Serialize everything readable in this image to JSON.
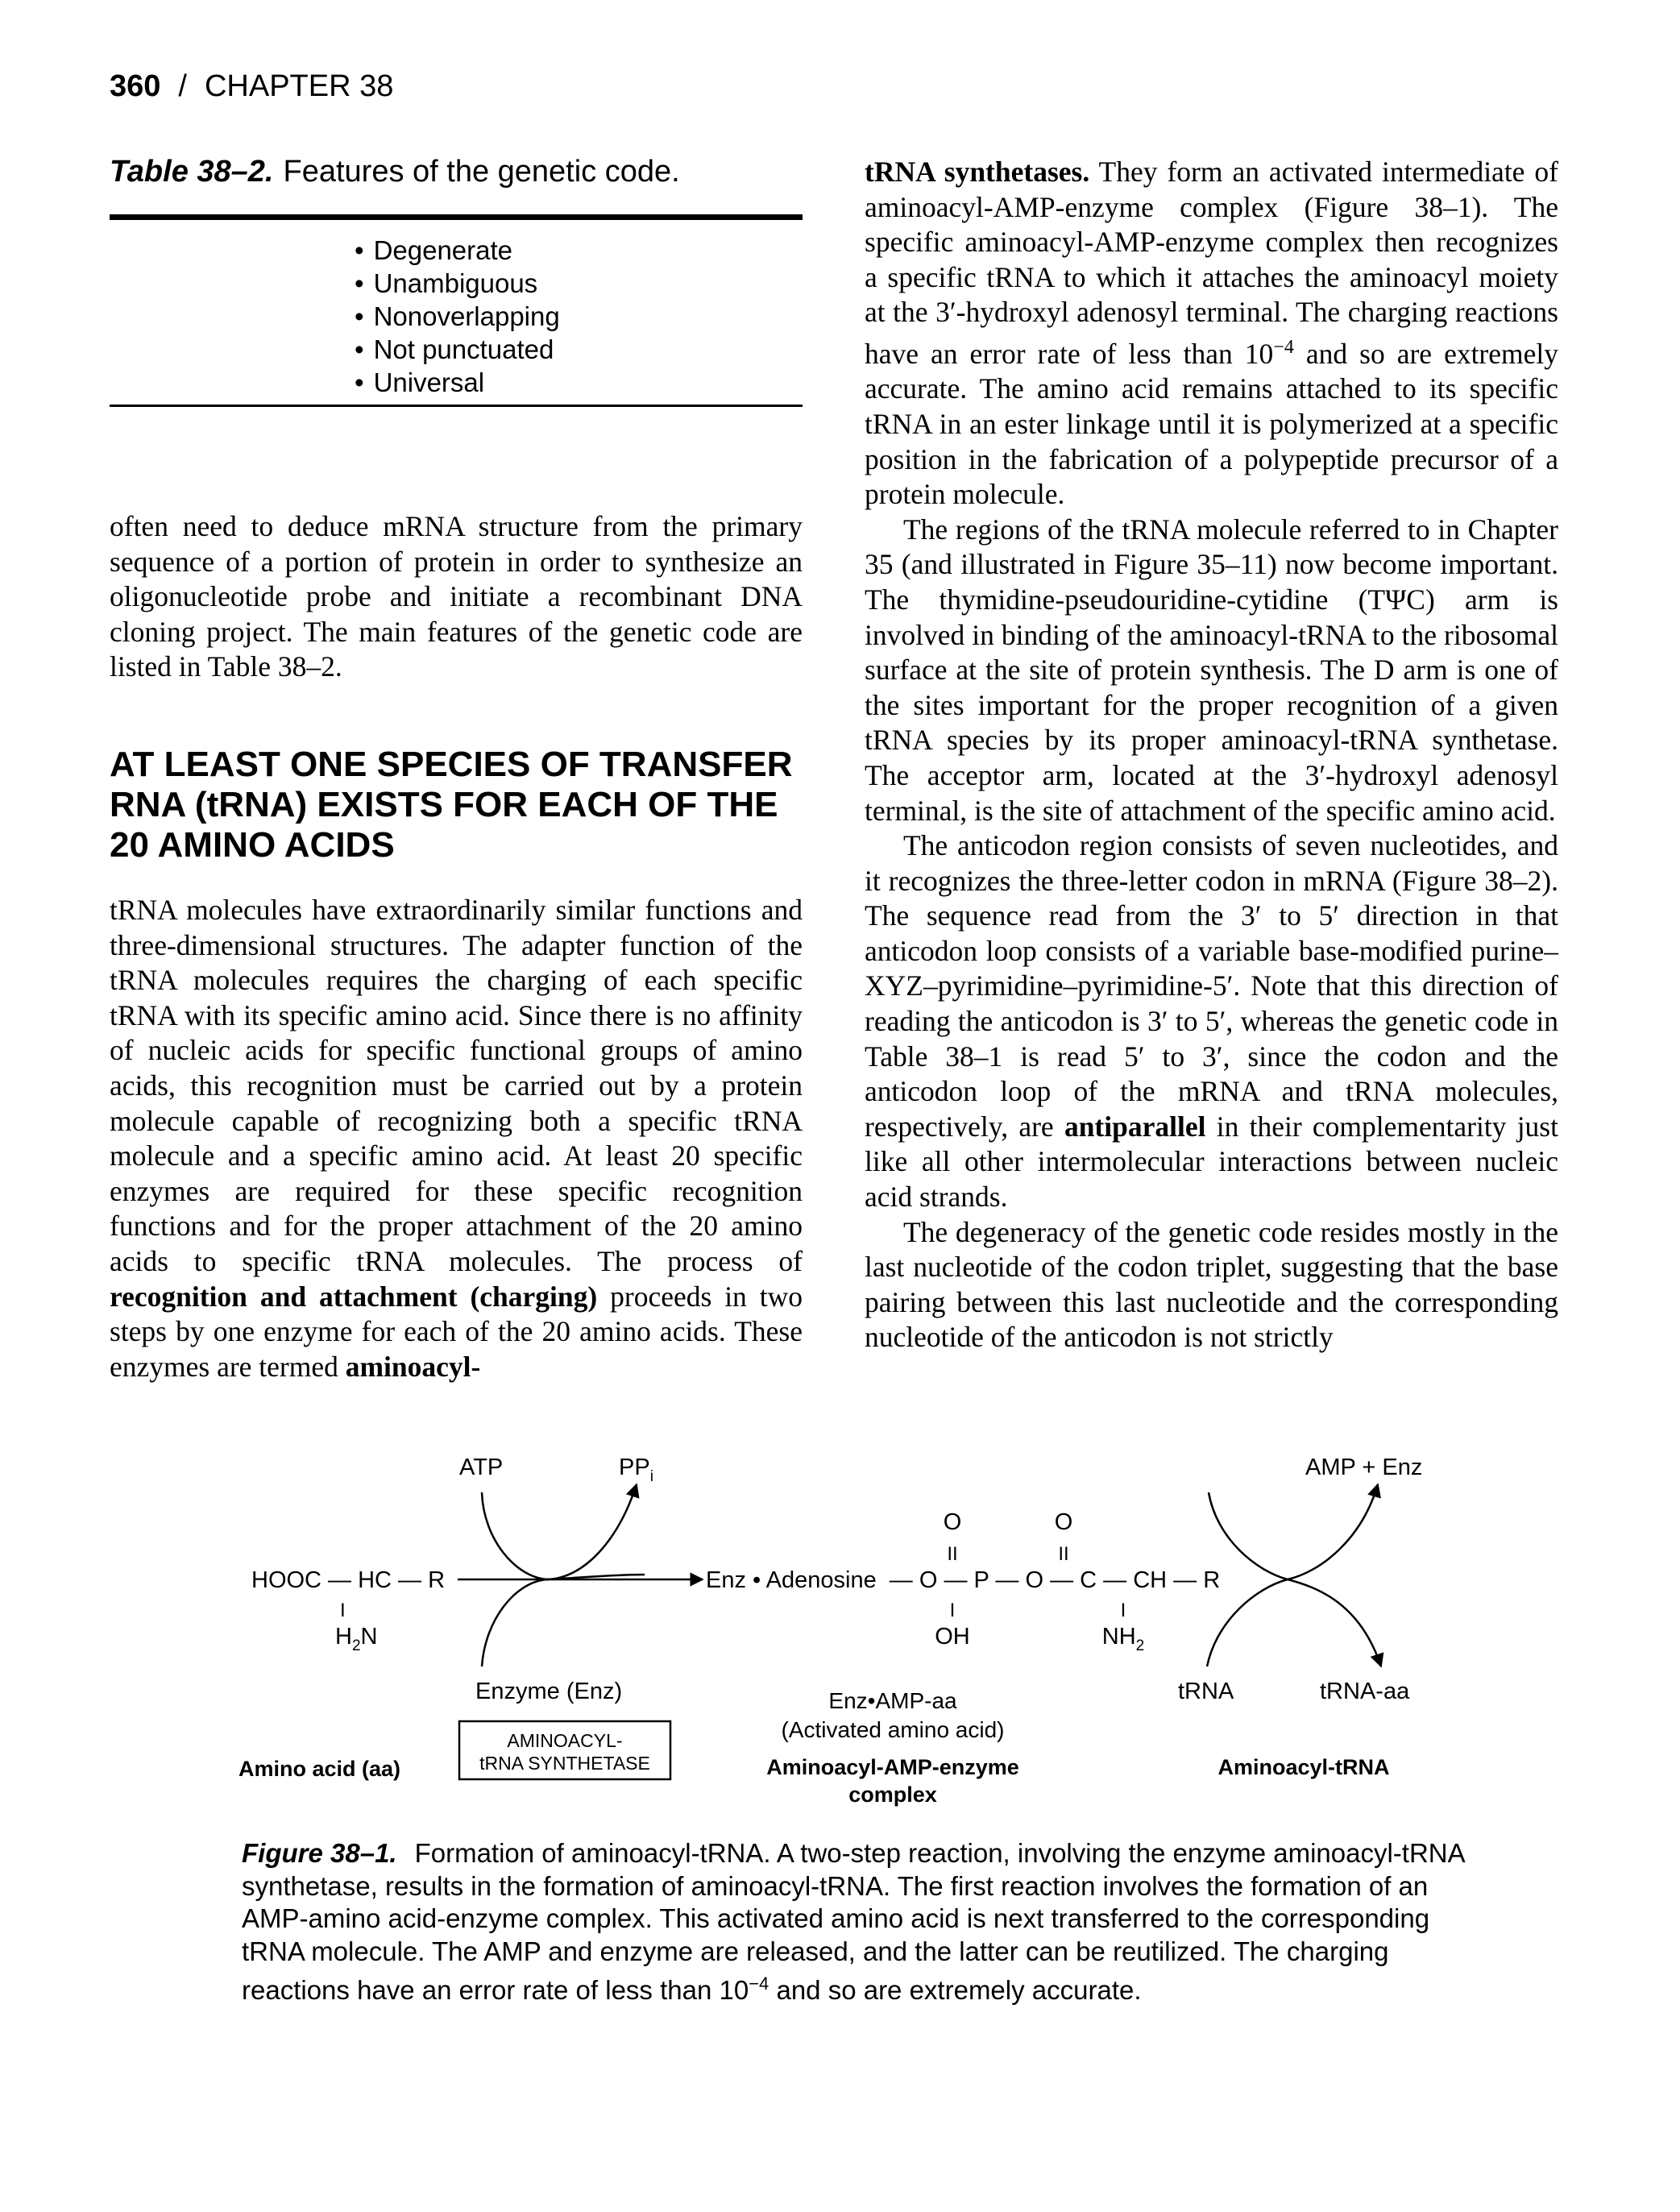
{
  "header": {
    "page_number": "360",
    "separator": "/",
    "chapter": "CHAPTER 38"
  },
  "table": {
    "label": "Table 38–2.",
    "title": "Features of the genetic code.",
    "items": [
      "Degenerate",
      "Unambiguous",
      "Nonoverlapping",
      "Not punctuated",
      "Universal"
    ]
  },
  "left_column": {
    "para1": "often need to deduce mRNA structure from the primary sequence of a portion of protein in order to synthesize an oligonucleotide probe and initiate a recombinant DNA cloning project. The main features of the genetic code are listed in Table 38–2.",
    "heading": "AT LEAST ONE SPECIES OF TRANSFER RNA (tRNA) EXISTS FOR EACH OF THE 20 AMINO ACIDS",
    "para2_a": "tRNA molecules have extraordinarily similar functions and three-dimensional structures. The adapter function of the tRNA molecules requires the charging of each specific tRNA with its specific amino acid. Since there is no affinity of nucleic acids for specific functional groups of amino acids, this recognition must be carried out by a protein molecule capable of recognizing both a specific tRNA molecule and a specific amino acid. At least 20 specific enzymes are required for these specific recognition functions and for the proper attachment of the 20 amino acids to specific tRNA molecules. The process of ",
    "para2_bold1": "recognition and attachment (charging)",
    "para2_b": " proceeds in two steps by one enzyme for each of the 20 amino acids. These enzymes are termed ",
    "para2_bold2": "aminoacyl-"
  },
  "right_column": {
    "para1_bold": "tRNA synthetases.",
    "para1_a": " They form an activated intermediate of aminoacyl-AMP-enzyme complex (Figure 38–1). The specific aminoacyl-AMP-enzyme complex then recognizes a specific tRNA to which it attaches the aminoacyl moiety at the 3′-hydroxyl adenosyl terminal. The charging reactions have an error rate of less than 10",
    "para1_sup": "−4",
    "para1_b": " and so are extremely accurate. The amino acid remains attached to its specific tRNA in an ester linkage until it is polymerized at a specific position in the fabrication of a polypeptide precursor of a protein molecule.",
    "para2": "The regions of the tRNA molecule referred to in Chapter 35 (and illustrated in Figure 35–11) now become important. The thymidine-pseudouridine-cytidine (TΨC) arm is involved in binding of the aminoacyl-tRNA to the ribosomal surface at the site of protein synthesis. The D arm is one of the sites important for the proper recognition of a given tRNA species by its proper aminoacyl-tRNA synthetase. The acceptor arm, located at the 3′-hydroxyl adenosyl terminal, is the site of attachment of the specific amino acid.",
    "para3_a": "The anticodon region consists of seven nucleotides, and it recognizes the three-letter codon in mRNA (Figure 38–2). The sequence read from the 3′ to 5′ direction in that anticodon loop consists of a variable base-modified purine–XYZ–pyrimidine–pyrimidine-5′. Note that this direction of reading the anticodon is 3′ to 5′, whereas the genetic code in Table 38–1 is read 5′ to 3′, since the codon and the anticodon loop of the mRNA and tRNA molecules, respectively, are ",
    "para3_bold": "antiparallel",
    "para3_b": " in their complementarity just like all other intermolecular interactions between nucleic acid strands.",
    "para4": "The degeneracy of the genetic code resides mostly in the last nucleotide of the codon triplet, suggesting that the base pairing between this last nucleotide and the corresponding nucleotide of the anticodon is not strictly"
  },
  "figure": {
    "atp": "ATP",
    "ppi": "PP",
    "ppi_sub": "i",
    "amp_enz": "AMP + Enz",
    "amino_acid_formula": "HOOC — HC — R",
    "bond_vertical": "I",
    "h2n": "H",
    "h2n_sub": "2",
    "h2n_tail": "N",
    "enzyme": "Enzyme (Enz)",
    "box_line1": "AMINOACYL-",
    "box_line2": "tRNA SYNTHETASE",
    "amino_acid_label": "Amino acid (aa)",
    "oxygen": "O",
    "double_bond": "II",
    "activated_formula": "Enz • Adenosine  — O — P — O — C — CH — R",
    "oh": "OH",
    "nh": "NH",
    "nh_sub": "2",
    "enz_amp_aa": "Enz•AMP-aa",
    "activated_amino_acid": "(Activated amino acid)",
    "complex_label_1": "Aminoacyl-AMP-enzyme",
    "complex_label_2": "complex",
    "trna": "tRNA",
    "trna_aa": "tRNA-aa",
    "aminoacyl_trna_label": "Aminoacyl-tRNA",
    "caption_label": "Figure 38–1.",
    "caption_a": "Formation of aminoacyl-tRNA. A two-step reaction, involving the enzyme aminoacyl-tRNA synthetase, results in the formation of aminoacyl-tRNA. The first reaction involves the formation of an AMP-amino acid-enzyme complex. This activated amino acid is next transferred to the corresponding tRNA molecule. The AMP and enzyme are released, and the latter can be reutilized. The charging reactions have an error rate of less than 10",
    "caption_sup": "−4",
    "caption_b": " and so are extremely accurate."
  }
}
